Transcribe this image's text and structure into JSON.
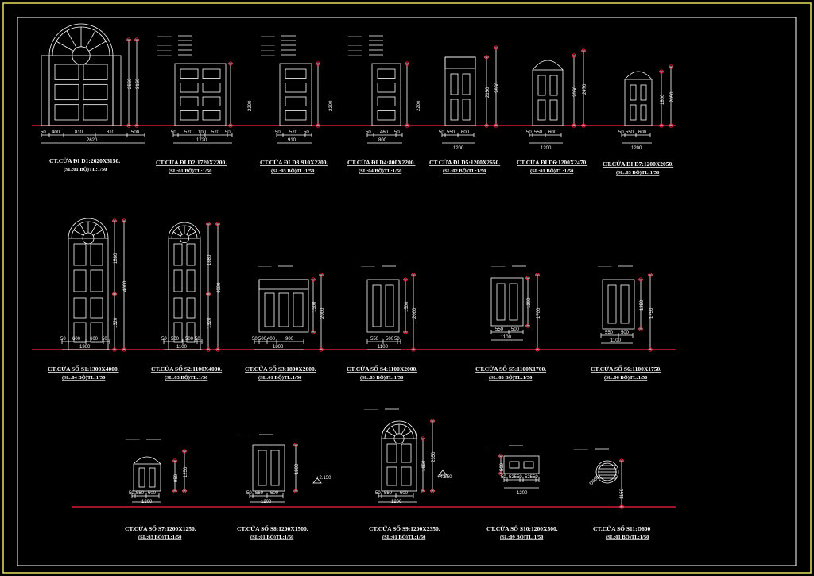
{
  "colors": {
    "background": "#000000",
    "frame": "#e8e060",
    "ground": "#ff2040",
    "lines": "#ffffff",
    "dims": "#c8c8c8"
  },
  "items": [
    {
      "title": "CT.CỬA ĐI D1:2620X3150.",
      "sub": "(SL:01 BỘ)TL:1/50",
      "widths": [
        "50",
        "400",
        "810",
        "810",
        "500"
      ],
      "total": "2620",
      "heights": [
        "2550",
        "3150"
      ]
    },
    {
      "title": "CT.CỬA ĐI D2:1720X2200.",
      "sub": "(SL:01 BỘ)TL:1/50",
      "widths": [
        "50",
        "570",
        "100",
        "570",
        "50"
      ],
      "total": "1720",
      "heights": [
        "2200"
      ]
    },
    {
      "title": "CT.CỬA ĐI D3:910X2200.",
      "sub": "(SL:03 BỘ)TL:1/50",
      "widths": [
        "50",
        "570",
        "50"
      ],
      "total": "910",
      "heights": [
        "2200"
      ]
    },
    {
      "title": "CT.CỬA ĐI D4:800X2200.",
      "sub": "(SL:04 BỘ)TL:1/50",
      "widths": [
        "50",
        "460",
        "50"
      ],
      "total": "800",
      "heights": [
        "2200"
      ]
    },
    {
      "title": "CT.CỬA ĐI D5:1200X2650.",
      "sub": "(SL:02 BỘ)TL:1/50",
      "widths": [
        "50",
        "550",
        "600"
      ],
      "total": "1200",
      "heights": [
        "2150",
        "2650"
      ]
    },
    {
      "title": "CT.CỬA ĐI D6:1200X2470.",
      "sub": "(SL:01 BỘ)TL:1/50",
      "widths": [
        "50",
        "550",
        "600"
      ],
      "total": "1200",
      "heights": [
        "2050",
        "2470"
      ]
    },
    {
      "title": "CT.CỬA ĐI D7:1200X2050.",
      "sub": "(SL:03 BỘ)TL:1/50",
      "widths": [
        "50",
        "550",
        "600"
      ],
      "total": "1200",
      "heights": [
        "1800",
        "2050"
      ]
    },
    {
      "title": "CT.CỬA SỔ S1:1300X4000.",
      "sub": "(SL:04 BỘ)TL:1/50",
      "widths": [
        "50",
        "600",
        "600",
        "50"
      ],
      "total": "1300",
      "heights": [
        "1880",
        "1320",
        "4000"
      ]
    },
    {
      "title": "CT.CỬA SỔ S2:1100X4000.",
      "sub": "(SL:03 BỘ)TL:1/50",
      "widths": [
        "50",
        "500",
        "500",
        "50"
      ],
      "total": "1100",
      "heights": [
        "1880",
        "1320",
        "4000"
      ]
    },
    {
      "title": "CT.CỬA SỔ S3:1800X2000.",
      "sub": "(SL:01 BỘ)TL:1/50",
      "widths": [
        "50",
        "500",
        "400",
        "900"
      ],
      "total": "1800",
      "heights": [
        "1500",
        "2000"
      ]
    },
    {
      "title": "CT.CỬA SỔ S4:1100X2000.",
      "sub": "(SL:03 BỘ)TL:1/50",
      "widths": [
        "550",
        "500",
        "50"
      ],
      "total": "1100",
      "heights": [
        "1500",
        "2000"
      ]
    },
    {
      "title": "CT.CỬA SỔ S5:1100X1700.",
      "sub": "(SL:03 BỘ)TL:1/50",
      "widths": [
        "550",
        "500"
      ],
      "total": "1100",
      "heights": [
        "1200",
        "1700"
      ]
    },
    {
      "title": "CT.CỬA SỔ S6:1100X1750.",
      "sub": "(SL:06 BỘ)TL:1/50",
      "widths": [
        "550",
        "500"
      ],
      "total": "1100",
      "heights": [
        "1250",
        "1750"
      ]
    },
    {
      "title": "CT.CỬA SỔ S7:1200X1250.",
      "sub": "(SL:03 BỘ)TL:1/50",
      "widths": [
        "50",
        "550",
        "600"
      ],
      "total": "1200",
      "heights": [
        "950",
        "1250"
      ]
    },
    {
      "title": "CT.CỬA SỔ S8:1200X1500.",
      "sub": "(SL:01 BỘ)TL:1/50",
      "widths": [
        "50",
        "550",
        "600"
      ],
      "total": "1200",
      "heights": [
        "1500"
      ]
    },
    {
      "title": "CT.CỬA SỔ S9:1200X2350.",
      "sub": "(SL:01 BỘ)TL:1/50",
      "widths": [
        "50",
        "550",
        "600"
      ],
      "total": "1200",
      "heights": [
        "1650",
        "2350"
      ]
    },
    {
      "title": "CT.CỬA SỔ S10:1200X500.",
      "sub": "(SL:09 BỘ)TL:1/50",
      "widths": [
        "50",
        "525",
        "50",
        "525",
        "50"
      ],
      "total": "1200",
      "heights": [
        "500"
      ]
    },
    {
      "title": "CT.CỬA SỔ S11:D600",
      "sub": "(SL:01 BỘ)TL:1/50",
      "widths": [],
      "total": "",
      "heights": [
        "1150"
      ]
    }
  ],
  "levels": [
    "+4.550",
    "+2.150"
  ],
  "circle_label": "D600"
}
